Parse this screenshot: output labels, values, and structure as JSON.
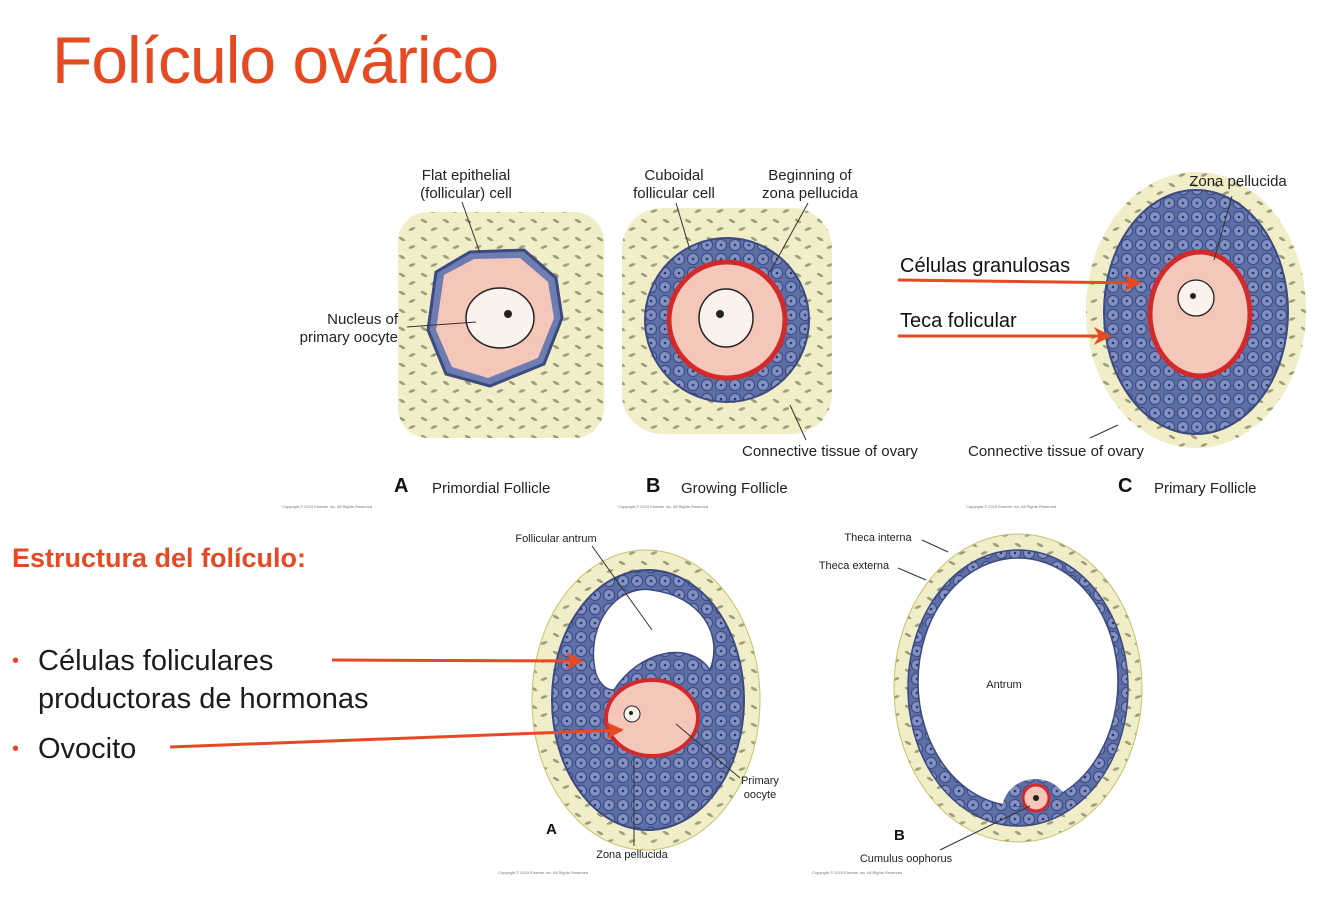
{
  "title": "Folículo ovárico",
  "section_heading": "Estructura del folículo:",
  "bullets": [
    {
      "line1": "Células foliculares",
      "line2": "productoras de hormonas"
    },
    {
      "line1": "Ovocito"
    }
  ],
  "colors": {
    "accent": "#e64a22",
    "cell_blue": "#5c6ea8",
    "oocyte_pink": "#f6c9bd",
    "stroma_yellow": "#f4efc4",
    "zona_red": "#d12a2a"
  },
  "panel_a": {
    "label_flat_cell_1": "Flat epithelial",
    "label_flat_cell_2": "(follicular) cell",
    "label_nucleus_1": "Nucleus of",
    "label_nucleus_2": "primary oocyte",
    "letter": "A",
    "caption": "Primordial Follicle"
  },
  "panel_b": {
    "label_cuboidal_1": "Cuboidal",
    "label_cuboidal_2": "follicular cell",
    "label_beginning_1": "Beginning of",
    "label_beginning_2": "zona pellucida",
    "label_connective": "Connective tissue of ovary",
    "letter": "B",
    "caption": "Growing Follicle"
  },
  "panel_c": {
    "label_zona": "Zona pellucida",
    "label_granulosas": "Células granulosas",
    "label_teca": "Teca folicular",
    "label_connective": "Connective tissue of ovary",
    "letter": "C",
    "caption": "Primary Follicle"
  },
  "panel_d": {
    "label_antrum": "Follicular antrum",
    "label_primary_1": "Primary",
    "label_primary_2": "oocyte",
    "label_zona": "Zona pellucida",
    "letter": "A"
  },
  "panel_e": {
    "label_theca_interna": "Theca interna",
    "label_theca_externa": "Theca externa",
    "label_antrum": "Antrum",
    "label_cumulus": "Cumulus oophorus",
    "letter": "B"
  },
  "copyright": "Copyright © 2015 Elsevier Inc. All Rights Reserved"
}
